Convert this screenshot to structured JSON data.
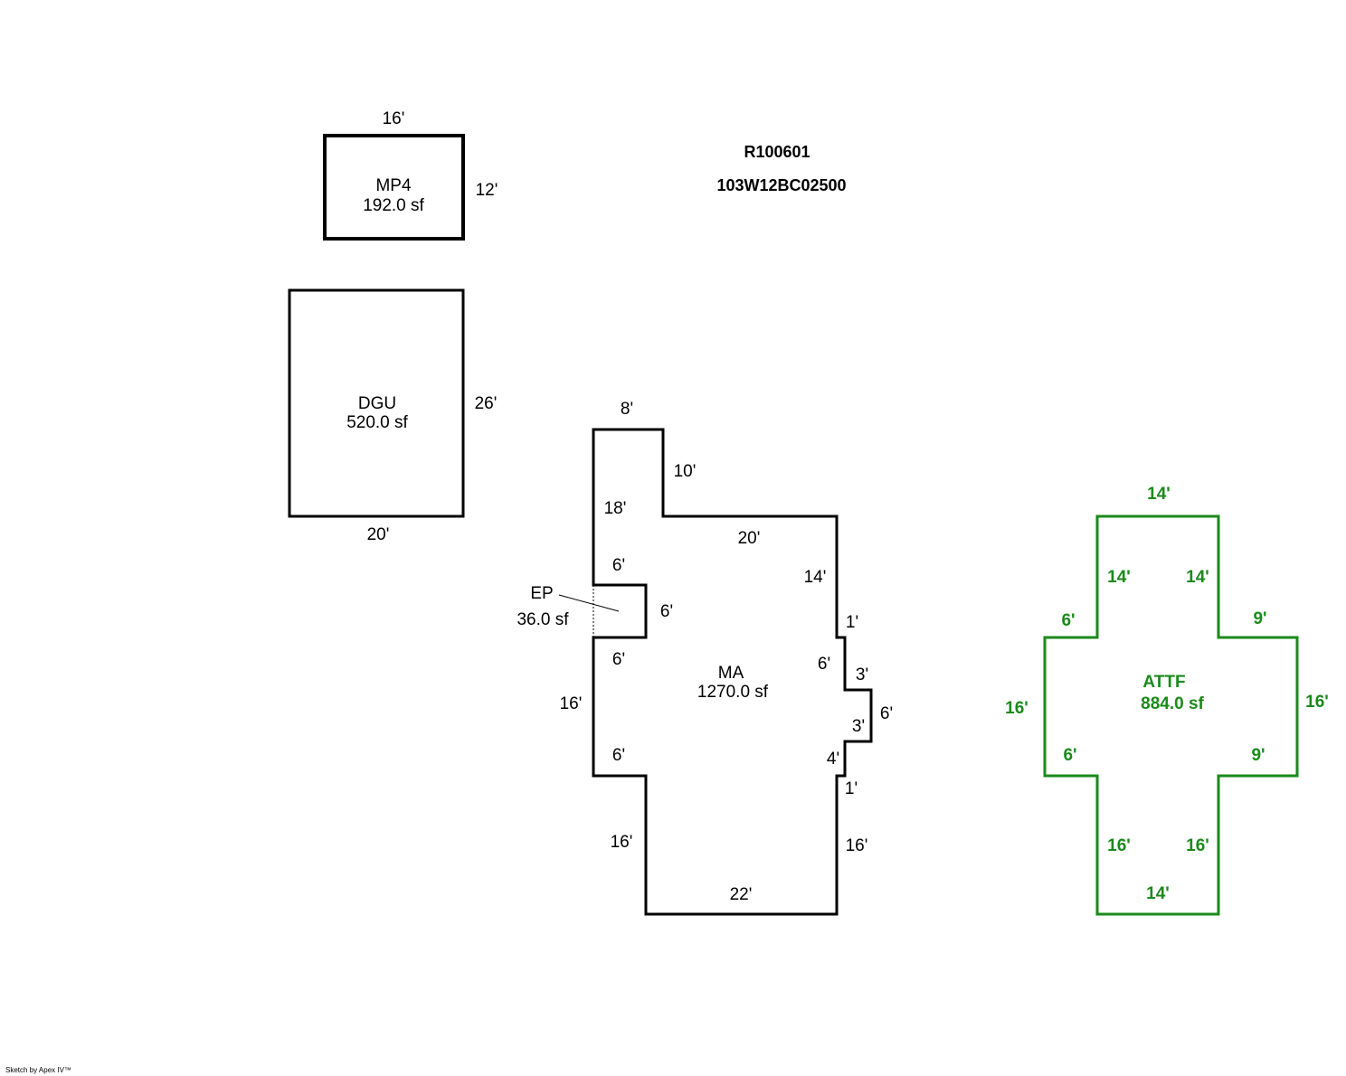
{
  "header": {
    "parcel_id": "R100601",
    "map_number": "103W12BC02500"
  },
  "credit": "Sketch by Apex IV™",
  "colors": {
    "outline": "#000000",
    "attf_outline": "#1a8a1a"
  },
  "areas": {
    "mp4": {
      "code": "MP4",
      "area": "192.0 sf",
      "dims": [
        "16'",
        "12'"
      ]
    },
    "dgu": {
      "code": "DGU",
      "area": "520.0 sf",
      "dims": [
        "26'",
        "20'"
      ]
    },
    "ma": {
      "code": "MA",
      "area": "1270.0 sf",
      "dims": [
        "8'",
        "10'",
        "18'",
        "20'",
        "6'",
        "14'",
        "6'",
        "1'",
        "6'",
        "6'",
        "3'",
        "16'",
        "6'",
        "3'",
        "6'",
        "4'",
        "1'",
        "16'",
        "16'",
        "22'"
      ]
    },
    "ep": {
      "code": "EP",
      "area": "36.0 sf"
    },
    "attf": {
      "code": "ATTF",
      "area": "884.0 sf",
      "dims": [
        "14'",
        "14'",
        "14'",
        "6'",
        "9'",
        "16'",
        "16'",
        "6'",
        "9'",
        "16'",
        "16'",
        "14'"
      ]
    }
  }
}
